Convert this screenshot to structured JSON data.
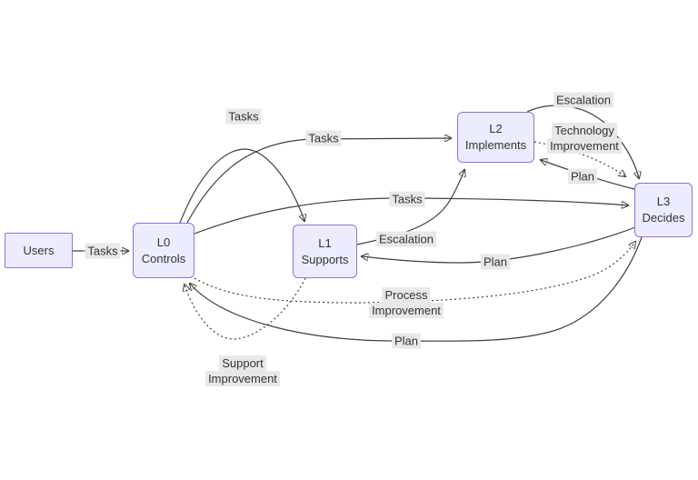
{
  "diagram": {
    "type": "flowchart",
    "nodes": {
      "users": {
        "label": "Users"
      },
      "l0": {
        "line1": "L0",
        "line2": "Controls"
      },
      "l1": {
        "line1": "L1",
        "line2": "Supports"
      },
      "l2": {
        "line1": "L2",
        "line2": "Implements"
      },
      "l3": {
        "line1": "L3",
        "line2": "Decides"
      }
    },
    "labels": {
      "users_l0": "Tasks",
      "l0_l1": "Tasks",
      "l0_l2": "Tasks",
      "l0_l3": "Tasks",
      "l1_l2": "Escalation",
      "l2_l3_escalation": "Escalation",
      "l2_l3_technology": {
        "line1": "Technology",
        "line2": "Improvement"
      },
      "l3_l2_plan": "Plan",
      "l3_l1_plan": "Plan",
      "l3_l0_plan": "Plan",
      "l0_l3_process": {
        "line1": "Process",
        "line2": "Improvement"
      },
      "l1_l0_support": {
        "line1": "Support",
        "line2": "Improvement"
      }
    },
    "edges": [
      {
        "from": "Users",
        "to": "L0 Controls",
        "label": "Tasks",
        "style": "solid"
      },
      {
        "from": "L0 Controls",
        "to": "L1 Supports",
        "label": "Tasks",
        "style": "solid"
      },
      {
        "from": "L0 Controls",
        "to": "L2 Implements",
        "label": "Tasks",
        "style": "solid"
      },
      {
        "from": "L0 Controls",
        "to": "L3 Decides",
        "label": "Tasks",
        "style": "solid"
      },
      {
        "from": "L1 Supports",
        "to": "L2 Implements",
        "label": "Escalation",
        "style": "solid"
      },
      {
        "from": "L2 Implements",
        "to": "L3 Decides",
        "label": "Escalation",
        "style": "solid"
      },
      {
        "from": "L2 Implements",
        "to": "L3 Decides",
        "label": "Technology Improvement",
        "style": "dotted"
      },
      {
        "from": "L3 Decides",
        "to": "L2 Implements",
        "label": "Plan",
        "style": "solid"
      },
      {
        "from": "L3 Decides",
        "to": "L1 Supports",
        "label": "Plan",
        "style": "solid"
      },
      {
        "from": "L3 Decides",
        "to": "L0 Controls",
        "label": "Plan",
        "style": "solid"
      },
      {
        "from": "L0 Controls",
        "to": "L3 Decides",
        "label": "Process Improvement",
        "style": "dotted"
      },
      {
        "from": "L1 Supports",
        "to": "L0 Controls",
        "label": "Support Improvement",
        "style": "dotted"
      }
    ],
    "colors": {
      "background": "#ffffff",
      "node_fill": "#ECECFF",
      "node_border": "#9370DB",
      "edge_stroke": "#404040",
      "label_bg": "#e8e8e8",
      "text": "#333333"
    }
  }
}
